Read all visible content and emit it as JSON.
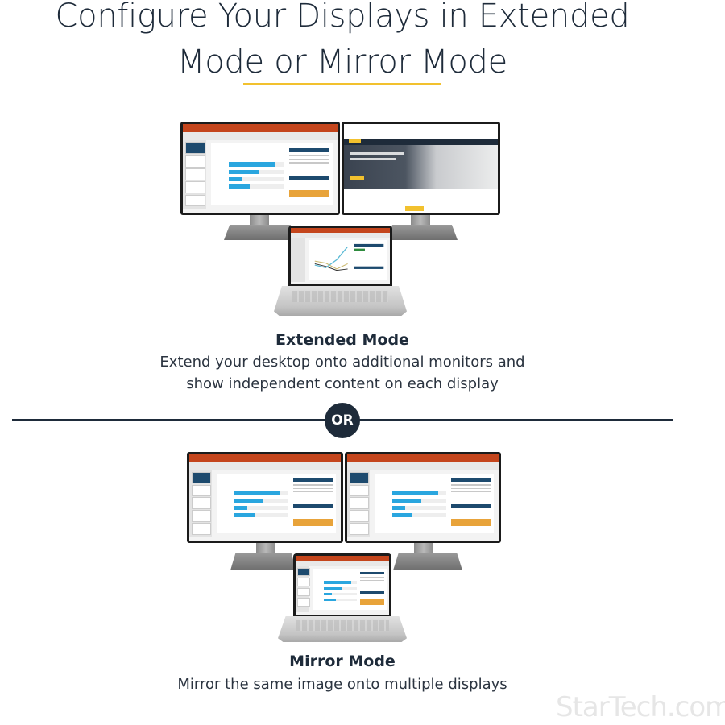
{
  "header": {
    "title_line1": "Configure Your Displays in Extended",
    "title_line2": "Mode or Mirror Mode",
    "accent_color": "#f2c12e"
  },
  "extended": {
    "title": "Extended Mode",
    "description_line1": "Extend your desktop onto additional monitors and",
    "description_line2": "show independent content on each display"
  },
  "separator": {
    "label": "OR"
  },
  "mirror": {
    "title": "Mirror Mode",
    "description": "Mirror the same image onto multiple displays"
  },
  "watermark": {
    "text": "StarTech.com"
  },
  "colors": {
    "text": "#1e2b3a",
    "bar_blue": "#2aa6df",
    "ribbon_red": "#c4451c"
  }
}
